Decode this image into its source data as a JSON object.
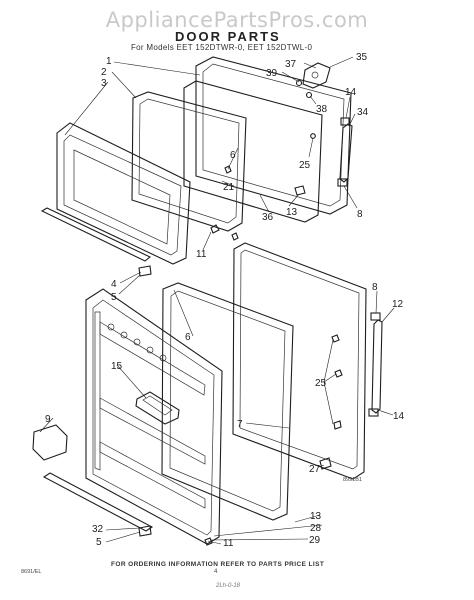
{
  "header": {
    "watermark": "AppliancePartsPros.com",
    "title": "DOOR PARTS",
    "models": "For Models EET 152DTWR-0, EET 152DTWL-0"
  },
  "footer": {
    "ordering_note": "FOR ORDERING INFORMATION REFER TO PARTS PRICE LIST",
    "ref_code_a": "8991B1",
    "ref_code_b": "8691/EL",
    "page_mark": "4",
    "handwritten_note": "2Lh-0-18"
  },
  "callouts": {
    "c1": "1",
    "c2": "2",
    "c3": "3",
    "c35": "35",
    "c37": "37",
    "c39": "39",
    "c38": "38",
    "c14a": "14",
    "c34": "34",
    "c25a": "25",
    "c6a": "6",
    "c21": "21",
    "c13a": "13",
    "c36": "36",
    "c8a": "8",
    "c11a": "11",
    "c4": "4",
    "c5a": "5",
    "c8b": "8",
    "c12": "12",
    "c6b": "6",
    "c15": "15",
    "c25b": "25",
    "c14b": "14",
    "c9": "9",
    "c7": "7",
    "c27": "27",
    "c13b": "13",
    "c28": "28",
    "c29": "29",
    "c32": "32",
    "c5b": "5",
    "c11b": "11"
  }
}
